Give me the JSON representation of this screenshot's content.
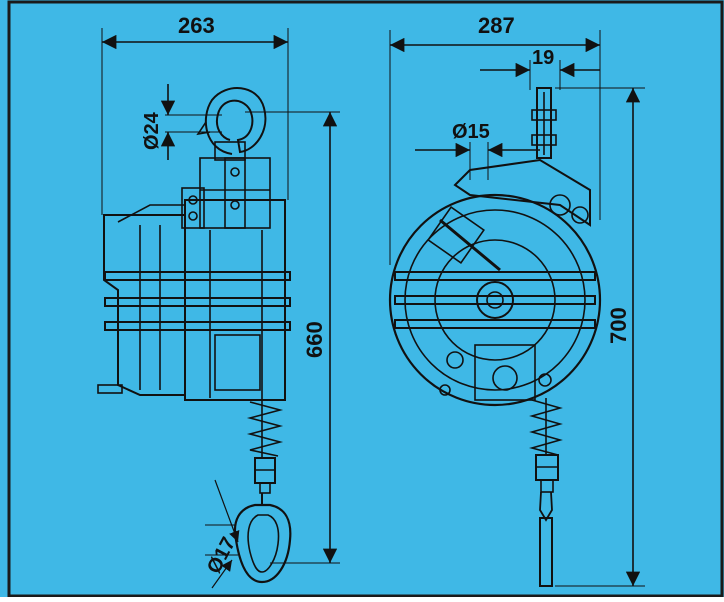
{
  "colors": {
    "background": "#3fb8e6",
    "line": "#111111",
    "frame": "#1a1a1a"
  },
  "side_view": {
    "width_label": "263",
    "height_label": "660",
    "hook_diameter_label": "Ø24",
    "carabiner_diameter_label": "Ø17"
  },
  "front_view": {
    "width_label": "287",
    "offset_label": "19",
    "hole_diameter_label": "Ø15",
    "height_label": "700"
  }
}
